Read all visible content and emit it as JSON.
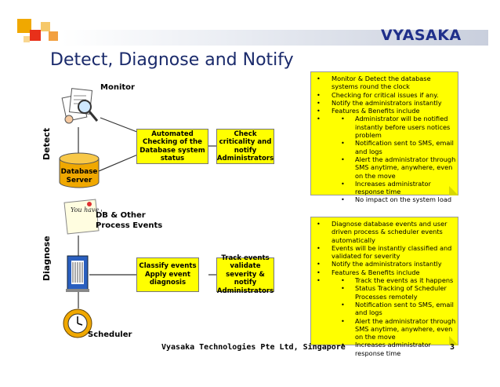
{
  "header": {
    "logo": "VYASAKA",
    "title": "Detect, Diagnose and Notify"
  },
  "detect": {
    "section_label": "Detect",
    "monitor_label": "Monitor",
    "database_label": "Database Server",
    "check_box": "Automated Checking of the Database system status",
    "notify_box": "Check criticality and notify Administrators",
    "notes": {
      "items": [
        "Monitor & Detect the database systems round the clock",
        "Checking for critical issues if any.",
        "Notify the administrators instantly",
        "Features & Benefits include"
      ],
      "sub_items": [
        "Administrator will be notified instantly before users notices problem",
        "Notification sent to SMS, email and logs",
        "Alert the administrator through SMS anytime, anywhere, even on the move",
        "Increases administrator response time",
        "No impact on the system load"
      ]
    }
  },
  "diagnose": {
    "section_label": "Diagnose",
    "events_label": "DB & Other Process Events",
    "message_label": "You have a Message",
    "scheduler_label": "Scheduler",
    "classify_box": "Classify events Apply event diagnosis",
    "track_box": "Track events validate severity & notify Administrators",
    "notes": {
      "items": [
        "Diagnose database events and user driven process & scheduler events automatically",
        "Events will be instantly classified and validated for severity",
        "Notify the administrators instantly",
        "Features & Benefits include"
      ],
      "sub_items": [
        "Track the events as it happens",
        "Status Tracking of Scheduler Processes remotely",
        "Notification sent to SMS, email and logs",
        "Alert the administrator through SMS anytime, anywhere, even on the move",
        "Increases administrator response time"
      ]
    }
  },
  "footer": {
    "company": "Vyasaka Technologies Pte Ltd, Singapore",
    "page_number": "3"
  },
  "colors": {
    "accent_orange": "#f0a800",
    "accent_red": "#e8301a",
    "navy": "#1f2f8a",
    "box_yellow": "#ffff00"
  }
}
